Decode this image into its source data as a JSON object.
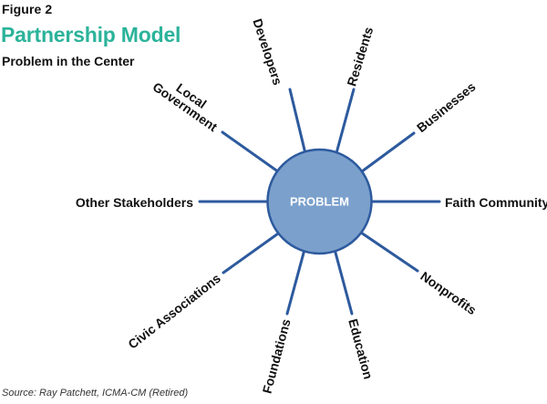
{
  "figure_label": "Figure 2",
  "title": "Partnership Model",
  "subtitle": "Problem in the Center",
  "center_label": "PROBLEM",
  "spokes": [
    {
      "id": "developers",
      "lines": [
        "Developers"
      ]
    },
    {
      "id": "residents",
      "lines": [
        "Residents"
      ]
    },
    {
      "id": "businesses",
      "lines": [
        "Businesses"
      ]
    },
    {
      "id": "faith-community",
      "lines": [
        "Faith Community"
      ]
    },
    {
      "id": "nonprofits",
      "lines": [
        "Nonprofits"
      ]
    },
    {
      "id": "education",
      "lines": [
        "Education"
      ]
    },
    {
      "id": "foundations",
      "lines": [
        "Foundations"
      ]
    },
    {
      "id": "civic-associations",
      "lines": [
        "Civic Associations"
      ]
    },
    {
      "id": "other-stakeholders",
      "lines": [
        "Other Stakeholders"
      ]
    },
    {
      "id": "local-government",
      "lines": [
        "Local",
        "Government"
      ]
    }
  ],
  "source": "Source: Ray Patchett, ICMA-CM (Retired)",
  "colors": {
    "title": "#2bb39a",
    "spoke": "#2d5a9e",
    "circle_fill": "#7ba0cc",
    "circle_stroke": "#2d5a9e",
    "center_text": "#ffffff"
  }
}
